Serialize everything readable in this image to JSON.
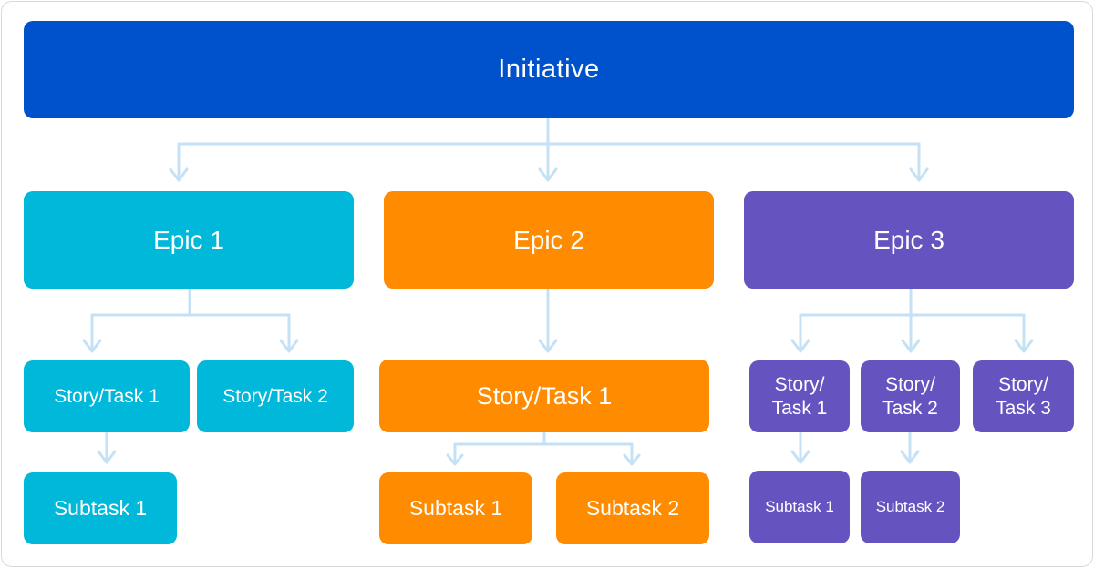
{
  "initiative": {
    "label": "Initiative",
    "color": "#0052cc"
  },
  "epics": [
    {
      "label": "Epic 1",
      "color": "#00b8d9",
      "stories": [
        {
          "label": "Story/Task 1",
          "subtasks": [
            "Subtask 1"
          ]
        },
        {
          "label": "Story/Task 2",
          "subtasks": []
        }
      ]
    },
    {
      "label": "Epic 2",
      "color": "#ff8b00",
      "stories": [
        {
          "label": "Story/Task 1",
          "subtasks": [
            "Subtask 1",
            "Subtask 2"
          ]
        }
      ]
    },
    {
      "label": "Epic 3",
      "color": "#6554c0",
      "stories": [
        {
          "label_line1": "Story/",
          "label_line2": "Task 1",
          "subtasks": [
            "Subtask 1"
          ]
        },
        {
          "label_line1": "Story/",
          "label_line2": "Task 2",
          "subtasks": [
            "Subtask 2"
          ]
        },
        {
          "label_line1": "Story/",
          "label_line2": "Task 3",
          "subtasks": []
        }
      ]
    }
  ],
  "connector_color": "#c5e1f5"
}
